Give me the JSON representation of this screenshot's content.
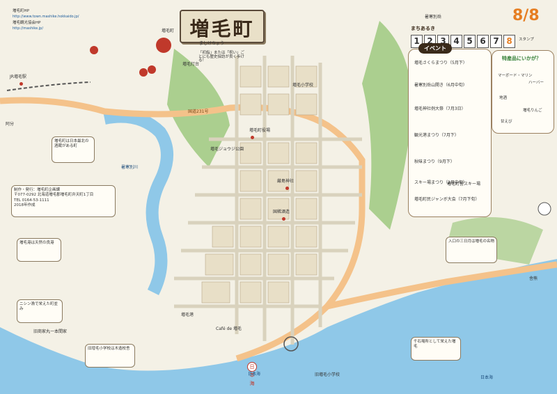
{
  "header": {
    "title": "増毛町",
    "furigana": "ましけちょう",
    "hp_label": "増毛町HP",
    "hp_url": "http://www.town.mashike.hokkaido.jp/",
    "kanko_hp_label": "増毛観光協会HP",
    "kanko_url": "http://mashike.jp/",
    "slogan": "「初詣」または「祝い」ごとにも歴史探訪が良く歩ける！"
  },
  "calendar": {
    "heading": "まちあるき",
    "days": [
      "1",
      "2",
      "3",
      "4",
      "5",
      "6",
      "7",
      "8"
    ],
    "date_label": "8/8",
    "note": "スタンプ"
  },
  "events": {
    "title": "イベント",
    "items": [
      "増毛さくらまつり（5月下）",
      "暑寒別岳山開き（6月中旬）",
      "増毛神社例大祭（7月3日）",
      "観光港まつり（7月下）",
      "秋味まつり（9月下）",
      "スキー場まつり（2月中旬）",
      "増毛町民ジャンボ大会（7月下旬）"
    ]
  },
  "specialty": {
    "title": "特産品にいかが？",
    "items": [
      "マーボード・マリン",
      "ハーバー",
      "地酒",
      "増毛りんご",
      "甘えび"
    ]
  },
  "places": {
    "station": "JR増毛駅",
    "sea": "日本海",
    "sea_mark": "日本海",
    "hill": "暑寒別岳",
    "town_hall": "増毛町役場",
    "port": "増毛港",
    "shrine": "厳島神社",
    "river": "暑寒別川",
    "brewery": "国稀酒造",
    "school": "増毛小学校",
    "park": "増毛ジョウジ公園",
    "route": "国道231号",
    "area_west": "阿分",
    "area_east": "舎熊",
    "museum": "旧商家丸一本間家",
    "ski": "増毛町営スキー場",
    "lighthouse": "増毛灯台",
    "guest_house": "旧増毛小学校",
    "hotel": "増毛町",
    "cafe": "Café de 増毛"
  },
  "info_box": {
    "line1": "制作・発行：増毛町企画課",
    "line2": "〒077-0292 北海道増毛郡増毛町弁天町1丁目",
    "line3": "TEL 0164-53-1111",
    "line4": "2018年作成"
  },
  "callouts": {
    "c1": "増毛町は日本最北の酒蔵がある町",
    "c2": "増毛港は天然の良港",
    "c3": "ニシン漁で栄えた町並み",
    "c4": "旧增毛小学校は木造校舎",
    "c5": "入口の三日月は増毛の名物",
    "c6": "千石場所として栄えた増毛"
  },
  "colors": {
    "land": "#f4f1e6",
    "sea": "#8fc8e8",
    "road": "#f4c28a",
    "green": "#8cc06a",
    "accent": "#c0392b"
  }
}
